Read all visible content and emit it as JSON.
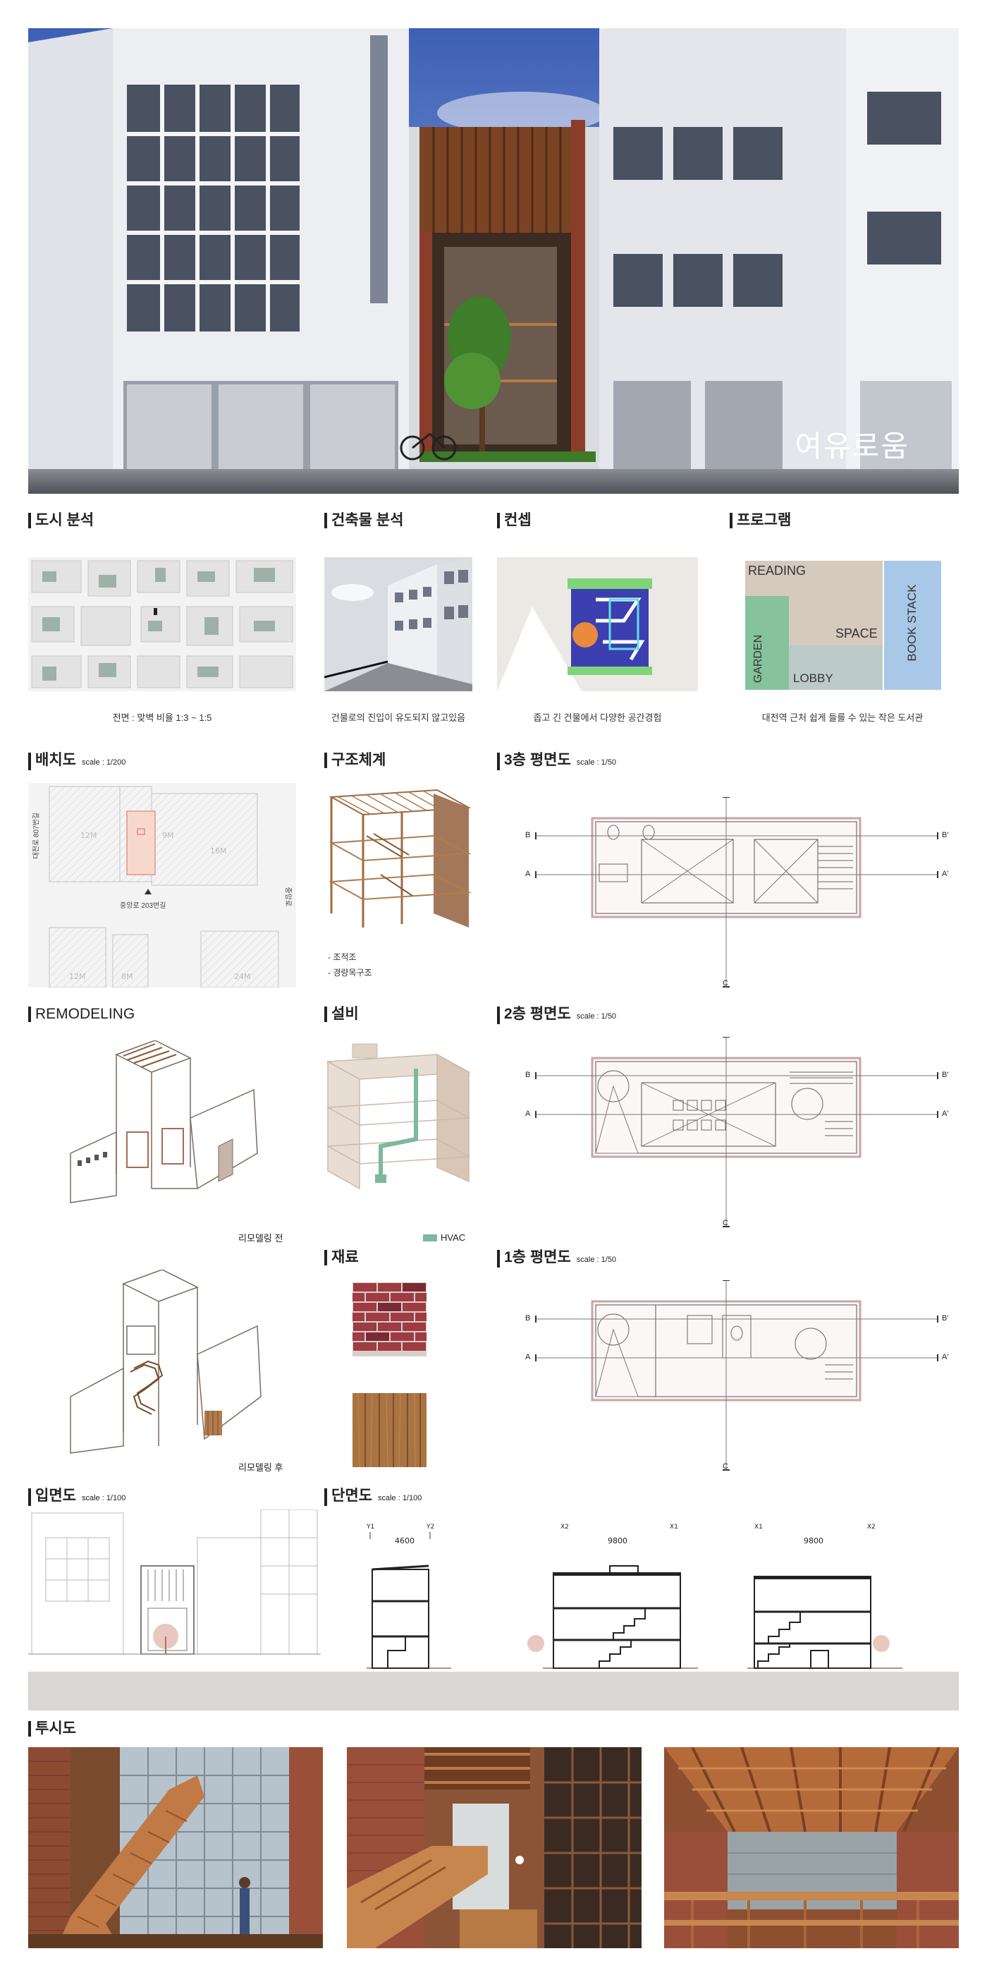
{
  "hero": {
    "title": "여유로움"
  },
  "sections": {
    "urban": {
      "title": "도시 분석",
      "caption": "전면 : 맞벽 비율 1:3 ~ 1:5"
    },
    "building": {
      "title": "건축물 분석",
      "caption": "건물로의 진입이 유도되지 않고있음"
    },
    "concept": {
      "title": "컨셉",
      "caption": "좁고 긴 건물에서 다양한 공간경험"
    },
    "program": {
      "title": "프로그램",
      "caption": "대전역 근처 쉽게 들를 수 있는 작은 도서관",
      "labels": {
        "reading": "READING",
        "space": "SPACE",
        "lobby": "LOBBY",
        "garden": "GARDEN",
        "stack": "BOOK STACK"
      },
      "colors": {
        "reading": "#d6c9bd",
        "lobby": "#bccbc8",
        "garden": "#86c29c",
        "stack": "#a9c8e8"
      }
    },
    "site": {
      "title": "배치도",
      "scale": "scale : 1/200",
      "road_left": "대전로 807번길",
      "road_bottom": "중앙로 203번길",
      "road_right": "중앙로",
      "lots": [
        "12M",
        "9M",
        "16M",
        "12M",
        "8M",
        "24M"
      ]
    },
    "structure": {
      "title": "구조체계",
      "notes": [
        "- 조적조",
        "- 경량목구조"
      ]
    },
    "plan3": {
      "title": "3층 평면도",
      "scale": "scale : 1/50"
    },
    "remodel": {
      "title": "REMODELING",
      "before": "리모델링 전",
      "after": "리모델링 후"
    },
    "mep": {
      "title": "설비",
      "legend": "HVAC",
      "legend_color": "#7fb89a"
    },
    "plan2": {
      "title": "2층 평면도",
      "scale": "scale : 1/50"
    },
    "material": {
      "title": "재료"
    },
    "plan1": {
      "title": "1층 평면도",
      "scale": "scale : 1/50"
    },
    "elevation": {
      "title": "입면도",
      "scale": "scale : 1/100"
    },
    "section": {
      "title": "단면도",
      "scale": "scale : 1/100",
      "s1": {
        "left": "Y1",
        "right": "Y2",
        "dim": "4600"
      },
      "s2": {
        "left": "X2",
        "right": "X1",
        "dim": "9800"
      },
      "s3": {
        "left": "X1",
        "right": "X2",
        "dim": "9800"
      }
    },
    "perspective": {
      "title": "투시도"
    }
  },
  "plan_marks": {
    "a": "A",
    "a2": "A'",
    "b": "B",
    "b2": "B'",
    "c": "C"
  }
}
